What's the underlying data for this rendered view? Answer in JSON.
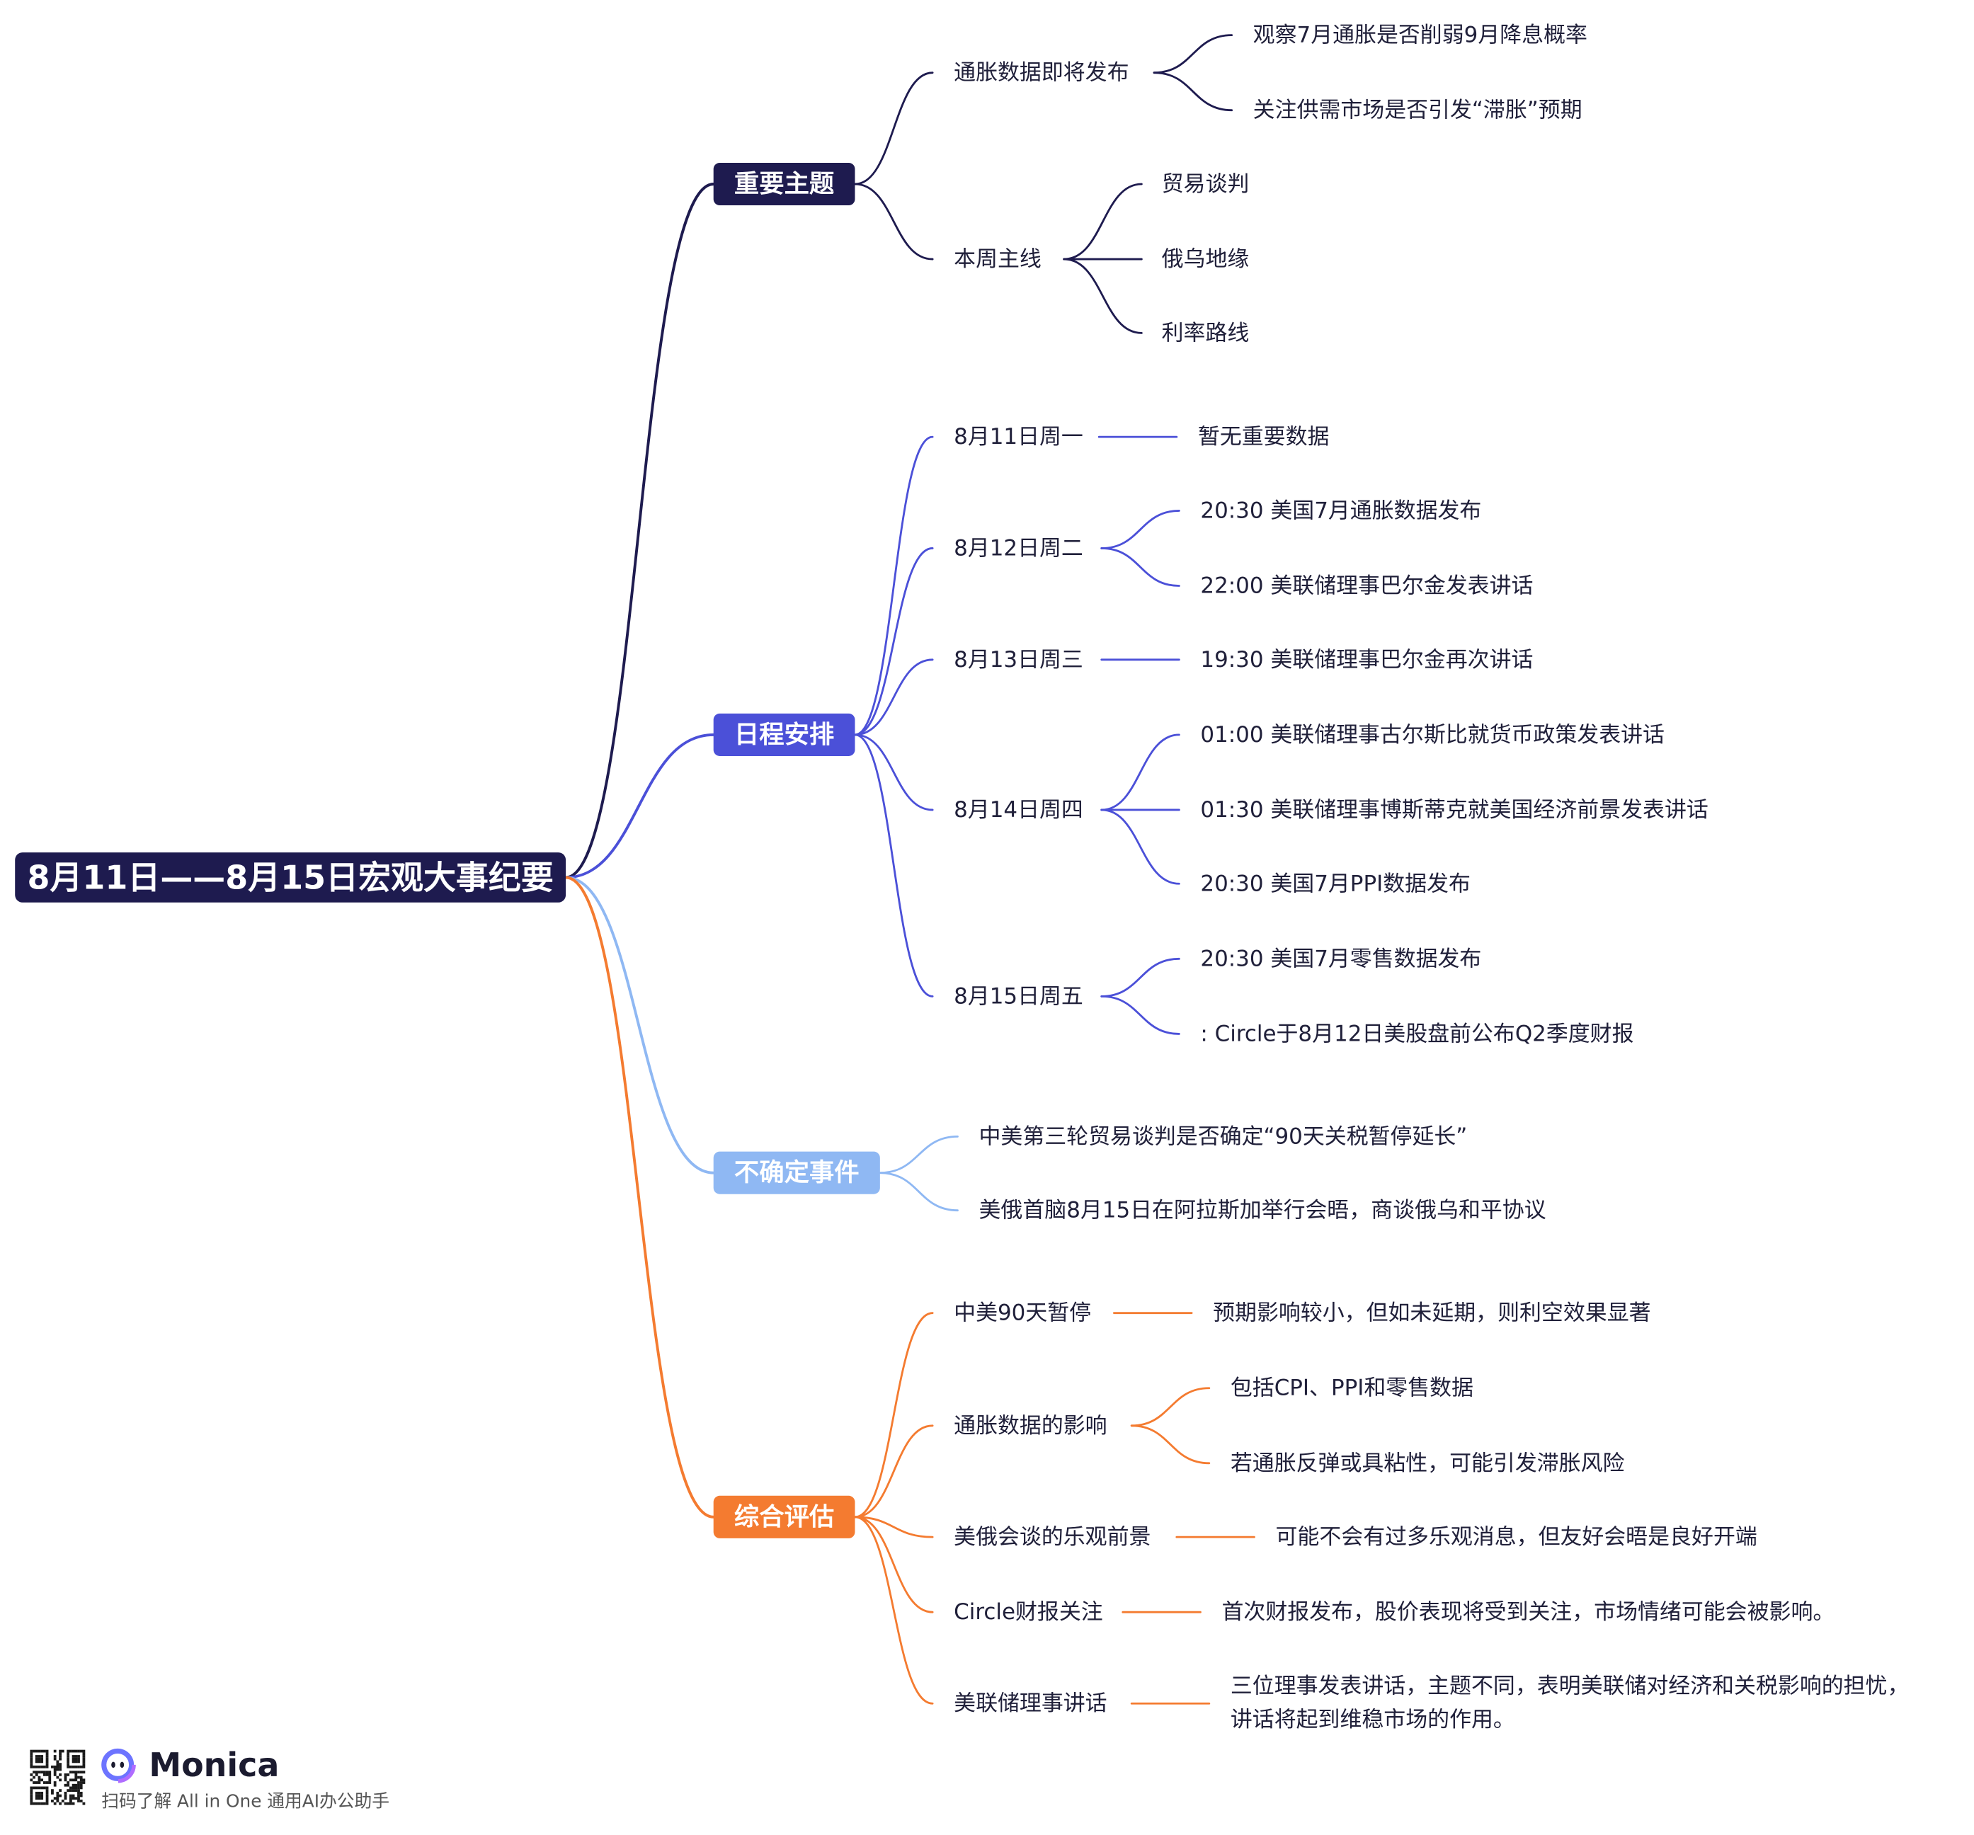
{
  "root": {
    "title": "8月11日——8月15日宏观大事纪要"
  },
  "colors": {
    "root": "#1e1b4f",
    "important_topics": "#1e1b4f",
    "schedule": "#4b50d8",
    "uncertain": "#8fb8f3",
    "assessment": "#f47b30",
    "node_text": "#20203a"
  },
  "branches": [
    {
      "label": "重要主题",
      "children": [
        {
          "label": "通胀数据即将发布",
          "children": [
            "观察7月通胀是否削弱9月降息概率",
            "关注供需市场是否引发“滞胀”预期"
          ]
        },
        {
          "label": "本周主线",
          "children": [
            "贸易谈判",
            "俄乌地缘",
            "利率路线"
          ]
        }
      ]
    },
    {
      "label": "日程安排",
      "children": [
        {
          "label": "8月11日周一",
          "children": [
            "暂无重要数据"
          ]
        },
        {
          "label": "8月12日周二",
          "children": [
            "20:30 美国7月通胀数据发布",
            "22:00 美联储理事巴尔金发表讲话"
          ]
        },
        {
          "label": "8月13日周三",
          "children": [
            "19:30 美联储理事巴尔金再次讲话"
          ]
        },
        {
          "label": "8月14日周四",
          "children": [
            "01:00 美联储理事古尔斯比就货币政策发表讲话",
            "01:30 美联储理事博斯蒂克就美国经济前景发表讲话",
            "20:30 美国7月PPI数据发布"
          ]
        },
        {
          "label": "8月15日周五",
          "children": [
            "20:30 美国7月零售数据发布",
            ": Circle于8月12日美股盘前公布Q2季度财报"
          ]
        }
      ]
    },
    {
      "label": "不确定事件",
      "children": [
        {
          "label": "中美第三轮贸易谈判是否确定“90天关税暂停延长”"
        },
        {
          "label": "美俄首脑8月15日在阿拉斯加举行会晤，商谈俄乌和平协议"
        }
      ]
    },
    {
      "label": "综合评估",
      "children": [
        {
          "label": "中美90天暂停",
          "children": [
            "预期影响较小，但如未延期，则利空效果显著"
          ]
        },
        {
          "label": "通胀数据的影响",
          "children": [
            "包括CPI、PPI和零售数据",
            "若通胀反弹或具粘性，可能引发滞胀风险"
          ]
        },
        {
          "label": "美俄会谈的乐观前景",
          "children": [
            "可能不会有过多乐观消息，但友好会晤是良好开端"
          ]
        },
        {
          "label": "Circle财报关注",
          "children": [
            "首次财报发布，股价表现将受到关注，市场情绪可能会被影响。"
          ]
        },
        {
          "label": "美联储理事讲话",
          "children": [
            {
              "lines": [
                "三位理事发表讲话，主题不同，表明美联储对经济和关税影响的担忧，",
                "讲话将起到维稳市场的作用。"
              ]
            }
          ]
        }
      ]
    }
  ],
  "footer": {
    "brand": "Monica",
    "tagline": "扫码了解 All in One 通用AI办公助手",
    "qr_icon": "qr-code-icon",
    "logo_icon": "monica-logo-icon"
  }
}
